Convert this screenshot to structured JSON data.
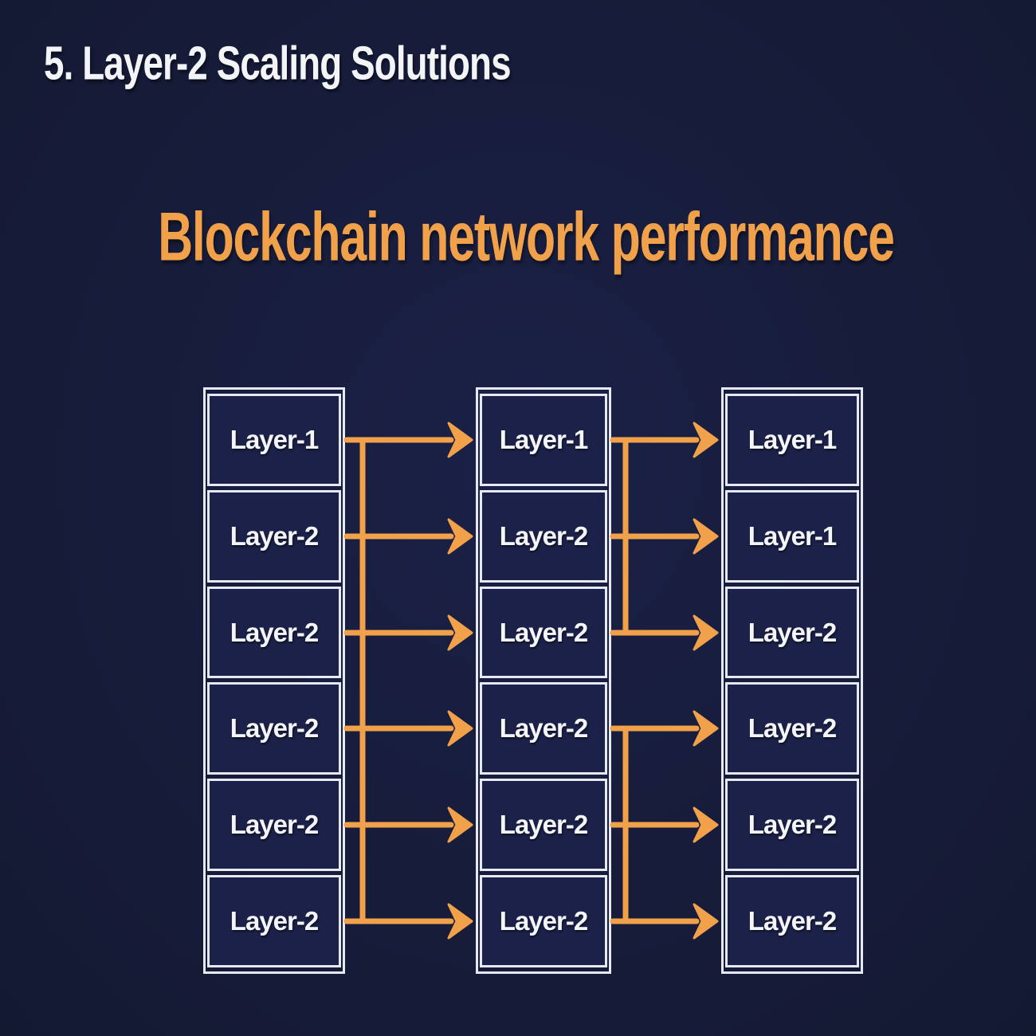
{
  "slide": {
    "title": "5. Layer-2 Scaling Solutions",
    "subtitle": "Blockchain network performance"
  },
  "colors": {
    "background": "#171c3a",
    "accent_orange": "#f2a14b",
    "box_border": "#e7e9f2",
    "box_fill": "#1b2148",
    "title_text": "#f3f4f8"
  },
  "diagram": {
    "columns": [
      {
        "id": "column-1",
        "rows": [
          "Layer-1",
          "Layer-2",
          "Layer-2",
          "Layer-2",
          "Layer-2",
          "Layer-2"
        ]
      },
      {
        "id": "column-2",
        "rows": [
          "Layer-1",
          "Layer-2",
          "Layer-2",
          "Layer-2",
          "Layer-2",
          "Layer-2"
        ]
      },
      {
        "id": "column-3",
        "rows": [
          "Layer-1",
          "Layer-1",
          "Layer-2",
          "Layer-2",
          "Layer-2",
          "Layer-2"
        ]
      }
    ]
  }
}
